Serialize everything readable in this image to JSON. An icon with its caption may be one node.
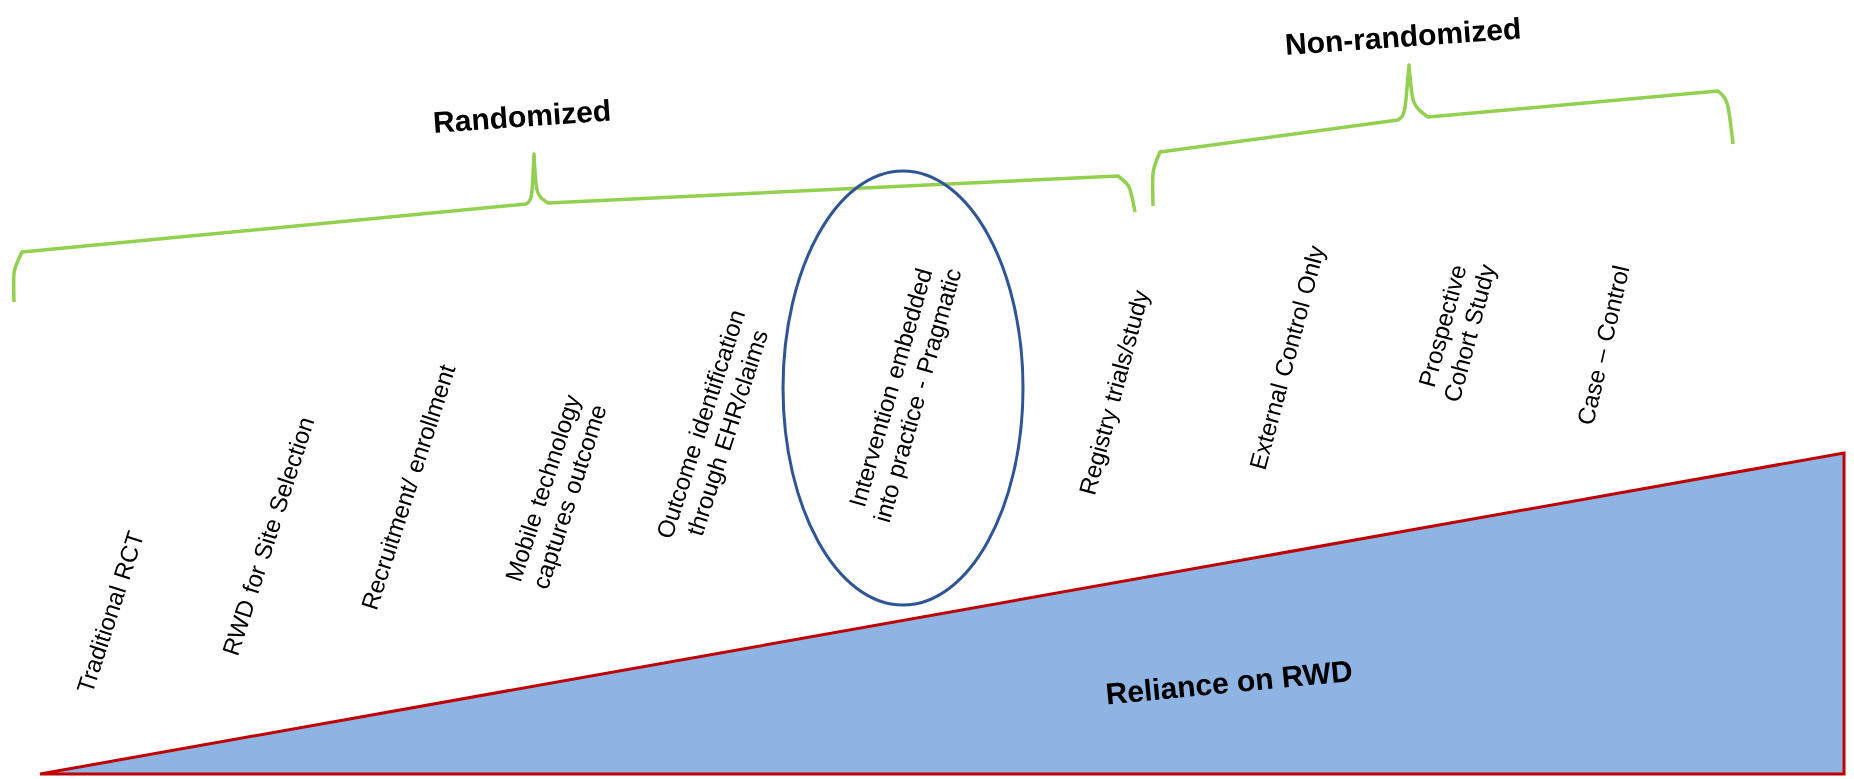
{
  "diagram": {
    "nodes": [
      {
        "text": [
          "Intervention embedded into practice - Pragmatic"
        ]
      },
      {
        "text": [
          "Reliance on RWD"
        ]
      }
    ],
    "labels": [
      "Non-randomized",
      "Randomized",
      "Traditional RCT",
      "RWD for Site Selection",
      "Recruitment/ enrollment",
      "Mobile technology captures outcome",
      "Outcome identification through EHR/claims",
      "Registry trials/study",
      "External Control Only",
      "Prospective Cohort Study",
      "Case – Control"
    ]
  }
}
